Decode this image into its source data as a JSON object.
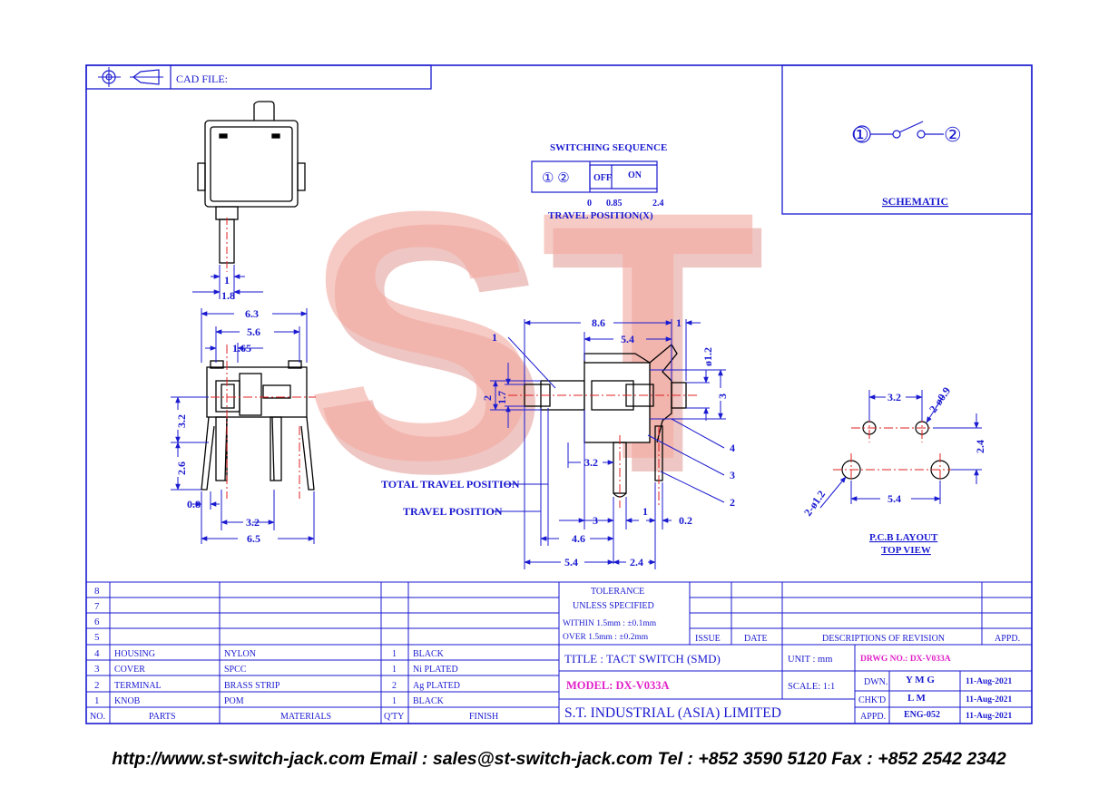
{
  "header": {
    "cad_file_label": "CAD FILE:"
  },
  "watermark": {
    "text": "ST"
  },
  "switching_sequence": {
    "title": "SWITCHING SEQUENCE",
    "terminals": "① ②",
    "off_label": "OFF",
    "on_label": "ON",
    "positions": [
      "0",
      "0.85",
      "2.4"
    ],
    "axis_label": "TRAVEL POSITION(X)"
  },
  "schematic": {
    "terminal_1": "①",
    "terminal_2": "②",
    "label": "SCHEMATIC"
  },
  "top_view_dims": {
    "pin_width": "1",
    "pin_span": "1.8"
  },
  "front_view_dims": {
    "overall_width": "6.3",
    "body_width": "5.6",
    "slot_width": "1.65",
    "height_upper": "3.2",
    "height_lower": "2.6",
    "foot": "0.8",
    "pin_pitch": "3.2",
    "total_width": "6.5"
  },
  "side_view_dims": {
    "length": "8.6",
    "knob_ext": "1",
    "body_length": "5.4",
    "knob_dia": "ø1.2",
    "knob_height": "1.7",
    "knob_slot": "2",
    "body_height": "3",
    "callout_1": "1",
    "callout_2": "2",
    "callout_3": "3",
    "callout_4": "4",
    "pin_offset": "3.2",
    "total_travel_label": "TOTAL TRAVEL POSITION",
    "travel_label": "TRAVEL POSITION",
    "travel_3": "3",
    "gap_1": "1",
    "gap_02": "0.2",
    "dim_46": "4.6",
    "dim_54": "5.4",
    "dim_24": "2.4"
  },
  "pcb_layout": {
    "pitch_top": "3.2",
    "hole_small": "2-ø0.9",
    "row_gap": "2.4",
    "hole_large": "2-ø1.2",
    "pitch_bottom": "5.4",
    "label_1": "P.C.B LAYOUT",
    "label_2": "TOP VIEW"
  },
  "bom": {
    "row_numbers": [
      "8",
      "7",
      "6",
      "5"
    ],
    "items": [
      {
        "no": "4",
        "part": "HOUSING",
        "material": "NYLON",
        "qty": "1",
        "finish": "BLACK"
      },
      {
        "no": "3",
        "part": "COVER",
        "material": "SPCC",
        "qty": "1",
        "finish": "Ni PLATED"
      },
      {
        "no": "2",
        "part": "TERMINAL",
        "material": "BRASS STRIP",
        "qty": "2",
        "finish": "Ag PLATED"
      },
      {
        "no": "1",
        "part": "KNOB",
        "material": "POM",
        "qty": "1",
        "finish": "BLACK"
      }
    ],
    "headers": {
      "no": "NO.",
      "parts": "PARTS",
      "materials": "MATERIALS",
      "qty": "Q'TY",
      "finish": "FINISH"
    }
  },
  "tolerance": {
    "line1": "TOLERANCE",
    "line2": "UNLESS   SPECIFIED",
    "line3": "WITHIN  1.5mm : ±0.1mm",
    "line4": "OVER    1.5mm : ±0.2mm"
  },
  "revision_headers": {
    "issue": "ISSUE",
    "date": "DATE",
    "descriptions": "DESCRIPTIONS  OF  REVISION",
    "appd": "APPD."
  },
  "title_block": {
    "title": "TITLE : TACT SWITCH (SMD)",
    "unit": "UNIT :   mm",
    "drwg_no": "DRWG NO.: DX-V033A",
    "model": "MODEL: DX-V033A",
    "scale": "SCALE:   1:1",
    "company": "S.T.  INDUSTRIAL  (ASIA)  LIMITED",
    "dwn_label": "DWN.",
    "dwn_value": "Y M G",
    "dwn_date": "11-Aug-2021",
    "chkd_label": "CHK'D",
    "chkd_value": "L M",
    "chkd_date": "11-Aug-2021",
    "appd_label": "APPD.",
    "appd_value": "ENG-052",
    "appd_date": "11-Aug-2021"
  },
  "footer": {
    "contact": "http://www.st-switch-jack.com  Email : sales@st-switch-jack.com  Tel : +852 3590 5120  Fax : +852 2542 2342"
  },
  "colors": {
    "ink": "#1a1ad0",
    "watermark": "#f0a69c",
    "centerline": "#e02020",
    "magenta": "#e020c8"
  }
}
